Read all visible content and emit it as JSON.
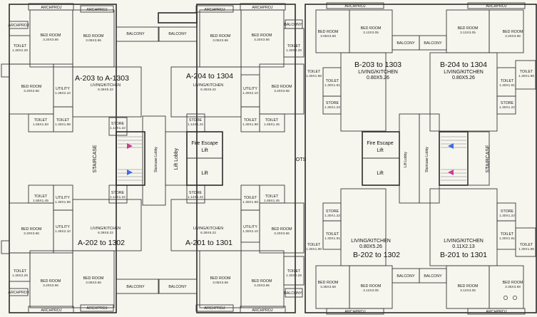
{
  "labels": {
    "archproj": "ARCHPROJ",
    "bed_room": "BED ROOM",
    "balcony": "BALCONY",
    "toilet": "TOILET",
    "utility": "UTILITY",
    "store": "STORE",
    "living_kitchen_lower": "LIVING/KITCHEN",
    "living_kitchen_upper": "LIVING/KITCHEN",
    "staircase": "STAIRCASE",
    "staircase_lobby": "Staircase Lobby",
    "lift_lobby": "Lift Lobby",
    "lift_lobby_b": "Lift Lobby",
    "fire_escape": "Fire Escape",
    "lift": "Lift",
    "ots": "OTS"
  },
  "units": {
    "a203": "A-203 to A-1303",
    "a204": "A-204 to 1304",
    "a202": "A-202 to 1302",
    "a201": "A-201 to 1301",
    "b203": "B-203 to 1303",
    "b204": "B-204 to 1304",
    "b202": "B-202 to 1302",
    "b201": "B-201 to 1301"
  },
  "dims": {
    "tl_bed1": "3.20X3.66",
    "tl_bed2": "3.05X3.66",
    "tl_toilet": "1.30X2.29",
    "tl_bed3": "3.20X3.66",
    "tl_utility": "1.36X2.10",
    "tl_living": "6.36X5.22",
    "tl_toilet2": "1.65X1.83",
    "tl_toilet3": "1.30X1.98",
    "tl_store": "1.14X1.22",
    "tm_bed1": "3.05X3.66",
    "tm_bed2": "3.20X3.66",
    "tm_toilet": "1.30X2.29",
    "tm_living": "6.36X5.22",
    "tm_utility": "1.30X2.10",
    "tm_bed3": "3.20X3.66",
    "tm_store": "1.14X1.22",
    "tm_toilet2": "1.30X1.98",
    "tm_toilet3": "1.65X1.45",
    "bl_toilet": "1.65X1.45",
    "bl_utility": "1.30X1.98",
    "bl_store": "1.14X1.22",
    "bl_bed3": "3.20X3.66",
    "bl_utility2": "1.36X2.10",
    "bl_living": "6.36X5.22",
    "bl_toilet2": "1.30X2.29",
    "bl_bed1": "3.20X3.66",
    "bl_bed2": "3.05X3.66",
    "bm_store": "1.14X1.22",
    "bm_toilet": "1.30X1.98",
    "bm_toilet2": "1.65X1.45",
    "bm_living": "6.36X5.22",
    "bm_utility": "1.30X2.10",
    "bm_bed3": "3.20X3.66",
    "bm_bed1": "3.05X3.66",
    "bm_bed2": "3.20X3.66",
    "bm_toilet3": "1.30X2.29",
    "tr1_bed1": "3.05X3.58",
    "tr1_bed2": "3.12X3.05",
    "tr1_toilet": "1.30X1.98",
    "tr1_living": "0.80X5.26",
    "tr1_toilet2": "1.30X1.91",
    "tr1_store": "1.30X1.22",
    "tr2_bed1": "3.12X3.05",
    "tr2_bed2": "3.20X3.58",
    "tr2_living": "0.80X5.26",
    "tr2_toilet": "1.30X1.98",
    "tr2_toilet2": "1.30X1.91",
    "tr2_store": "1.30X1.22",
    "br1_store": "1.30X1.22",
    "br1_toilet": "1.30X1.91",
    "br1_toilet2": "1.30X1.98",
    "br1_living": "0.80X5.26",
    "br1_bed1": "3.35X3.58",
    "br1_bed2": "3.12X3.05",
    "br2_store": "1.30X1.22",
    "br2_toilet": "1.30X1.91",
    "br2_living": "0.11X2.13",
    "br2_toilet2": "1.30X1.98",
    "br2_bed1": "3.12X3.05",
    "br2_bed2": "3.35X3.58"
  }
}
